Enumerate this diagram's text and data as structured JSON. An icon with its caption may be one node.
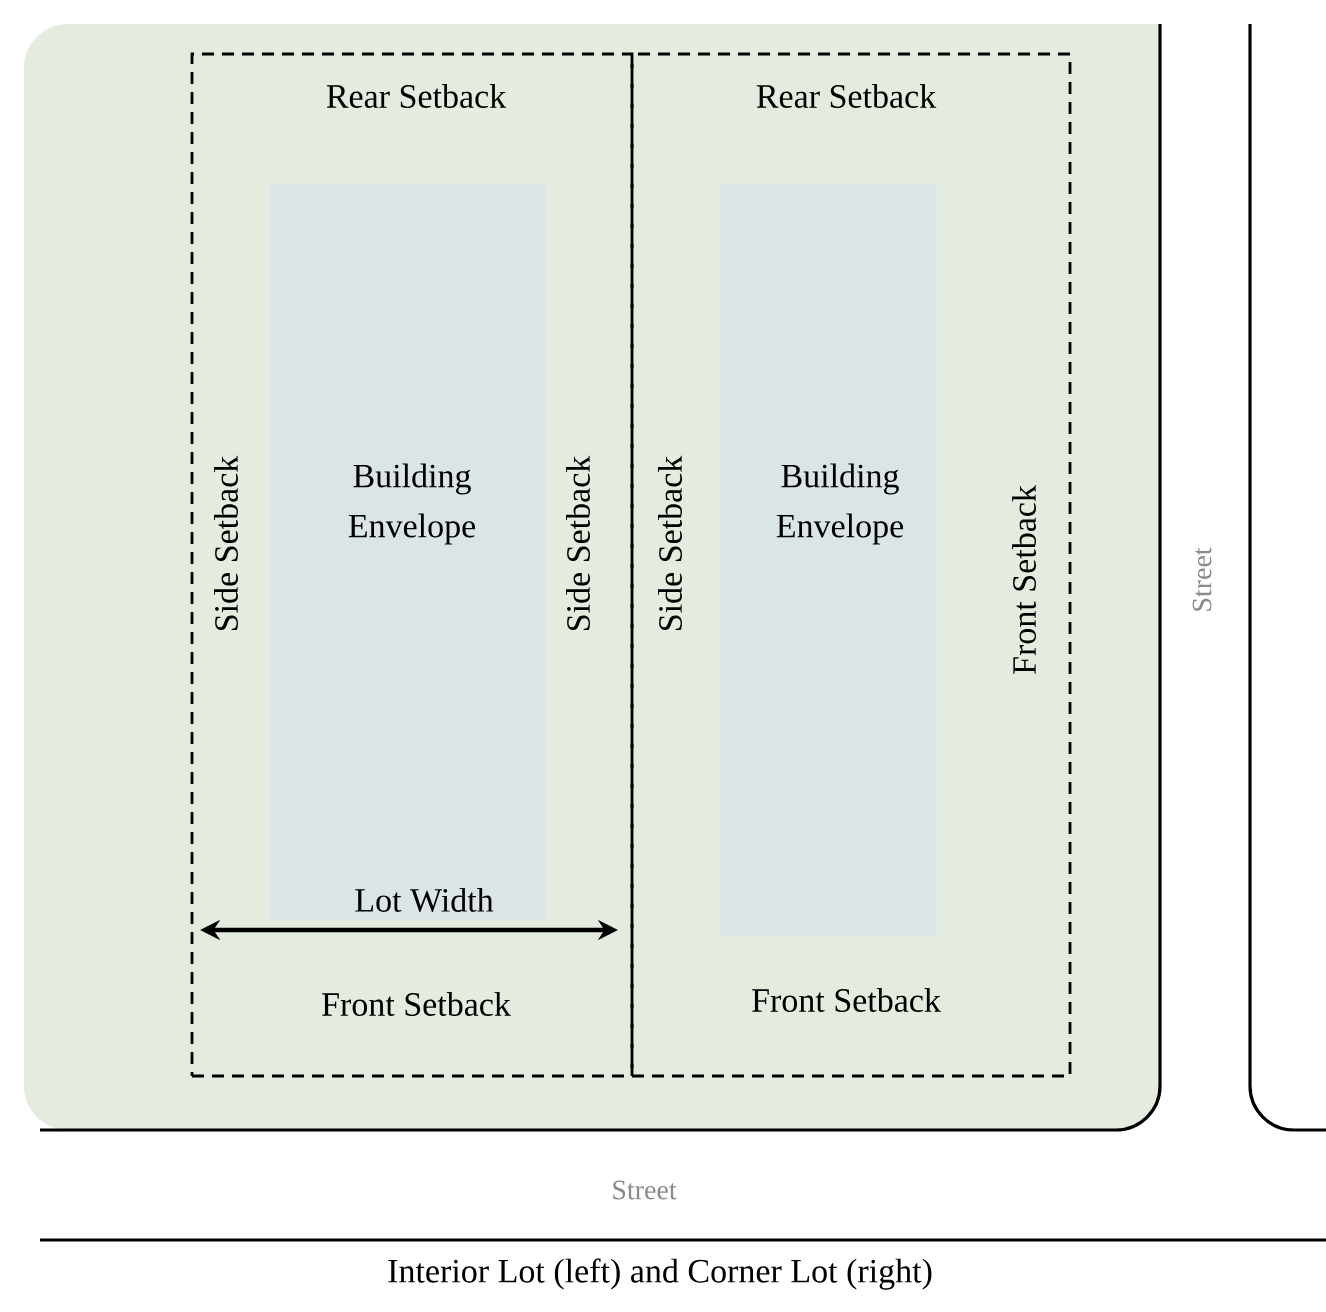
{
  "diagram": {
    "caption": "Interior Lot (left) and Corner Lot (right)",
    "nodes": [
      {
        "text": [
          "Rear Setback",
          "Side Setback",
          "Side Setback",
          "Front Setback"
        ]
      },
      {
        "text": [
          "Building Envelope"
        ],
        "in": 0
      },
      {
        "text": [
          "Rear Setback",
          "Side Setback",
          "Front Setback",
          "Front Setback"
        ]
      },
      {
        "text": [
          "Building Envelope"
        ],
        "in": 2
      }
    ],
    "edges": [],
    "labels": [
      "Lot Width",
      "Street",
      "Street"
    ]
  }
}
